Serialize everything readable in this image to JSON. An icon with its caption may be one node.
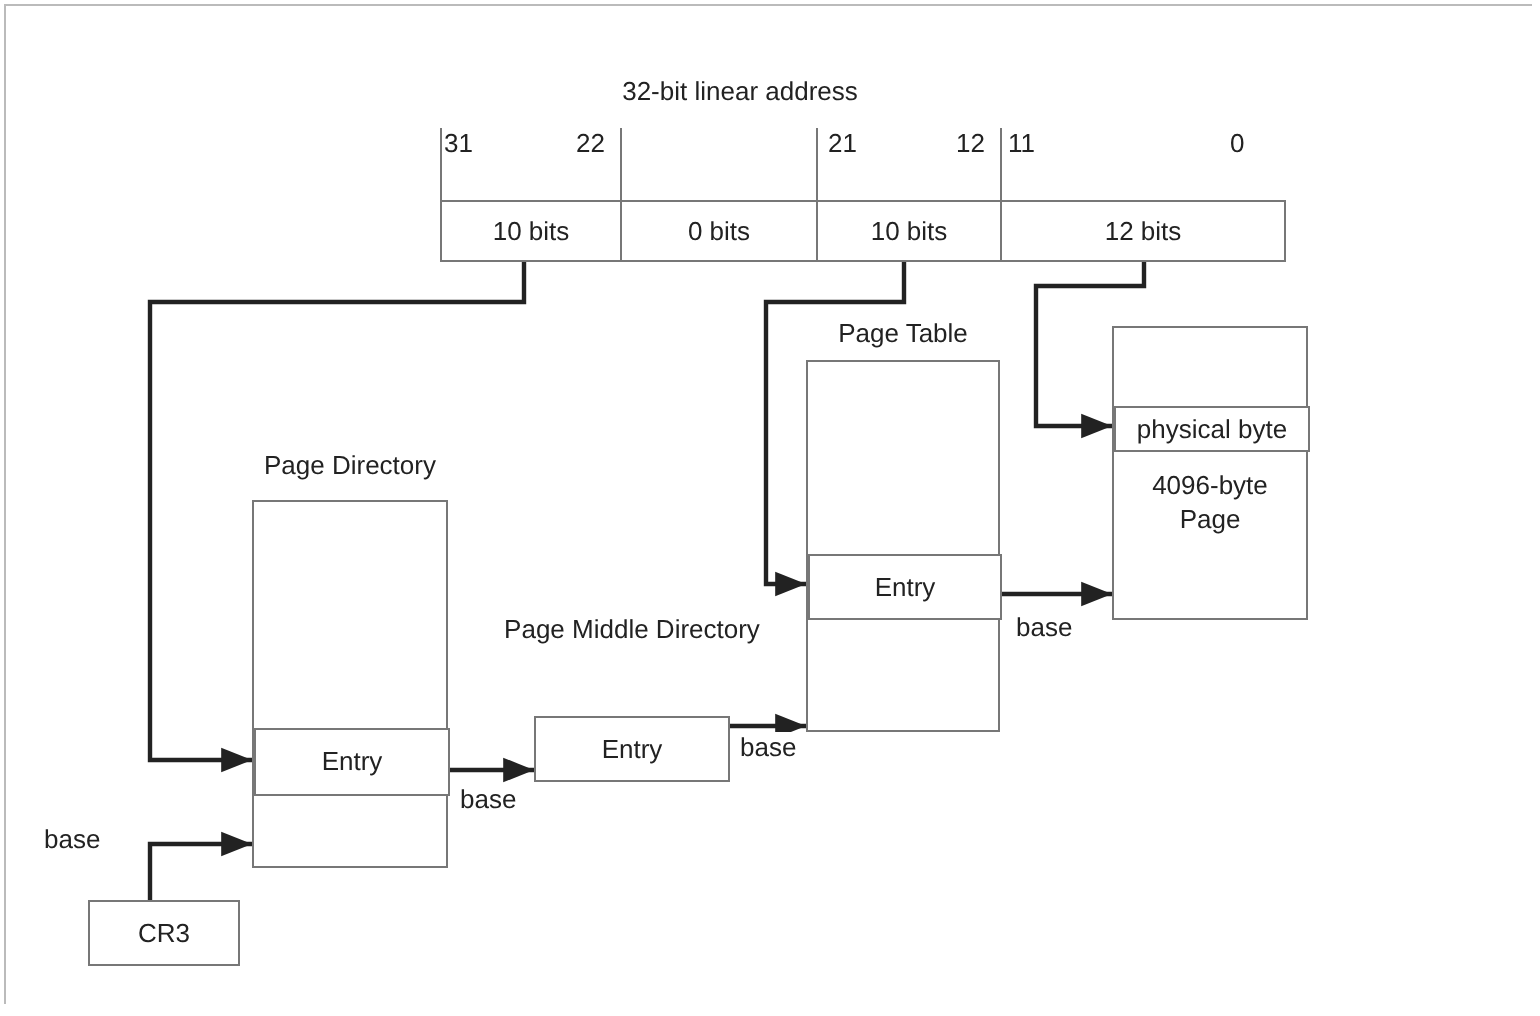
{
  "diagram": {
    "title": "32-bit linear address",
    "nodes": [
      {
        "text": [
          "10 bits"
        ]
      },
      {
        "text": [
          "0 bits"
        ]
      },
      {
        "text": [
          "10 bits"
        ]
      },
      {
        "text": [
          "12 bits"
        ]
      },
      {
        "text": [
          "Page Directory"
        ]
      },
      {
        "text": [
          "Entry"
        ],
        "in": 4
      },
      {
        "text": [
          "Page Middle Directory",
          "Entry"
        ]
      },
      {
        "text": [
          "Page Table"
        ]
      },
      {
        "text": [
          "Entry"
        ],
        "in": 7
      },
      {
        "text": [
          "4096-byte Page"
        ]
      },
      {
        "text": [
          "physical byte"
        ],
        "in": 9
      },
      {
        "text": [
          "CR3"
        ]
      }
    ],
    "edges": [
      {
        "from": 0,
        "to": 5,
        "arrow": "to"
      },
      {
        "from": 2,
        "to": 8,
        "arrow": "to"
      },
      {
        "from": 3,
        "to": 10,
        "arrow": "to"
      },
      {
        "from": 11,
        "to": 4,
        "arrow": "to",
        "label": "base"
      },
      {
        "from": 5,
        "to": 6,
        "arrow": "to",
        "label": "base"
      },
      {
        "from": 6,
        "to": 7,
        "arrow": "to",
        "label": "base"
      },
      {
        "from": 8,
        "to": 9,
        "arrow": "to",
        "label": "base"
      }
    ],
    "labels": [
      "31",
      "22",
      "21",
      "12",
      "11",
      "0"
    ]
  }
}
